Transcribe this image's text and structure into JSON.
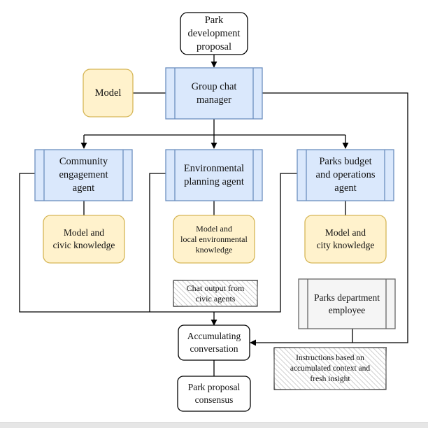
{
  "diagram": {
    "nodes": {
      "proposal": "Park\ndevelopment\nproposal",
      "manager": "Group chat\nmanager",
      "model": "Model",
      "community_agent": "Community\nengagement\nagent",
      "environment_agent": "Environmental\nplanning agent",
      "budget_agent": "Parks budget\nand operations\nagent",
      "civic_model": "Model and\ncivic knowledge",
      "env_model": "Model and\nlocal environmental\nknowledge",
      "city_model": "Model and\ncity knowledge",
      "chat_output_note": "Chat output from\ncivic agents",
      "employee": "Parks department\nemployee",
      "conversation": "Accumulating\nconversation",
      "instructions_note": "Instructions based on\naccumulated context and\nfresh insight",
      "consensus": "Park proposal\nconsensus"
    },
    "colors": {
      "agent_fill": "#dae8fc",
      "agent_stroke": "#6c8ebf",
      "model_fill": "#fff2cc",
      "model_stroke": "#d6b656",
      "employee_fill": "#f5f5f5",
      "employee_stroke": "#666666",
      "line": "#000000"
    }
  }
}
